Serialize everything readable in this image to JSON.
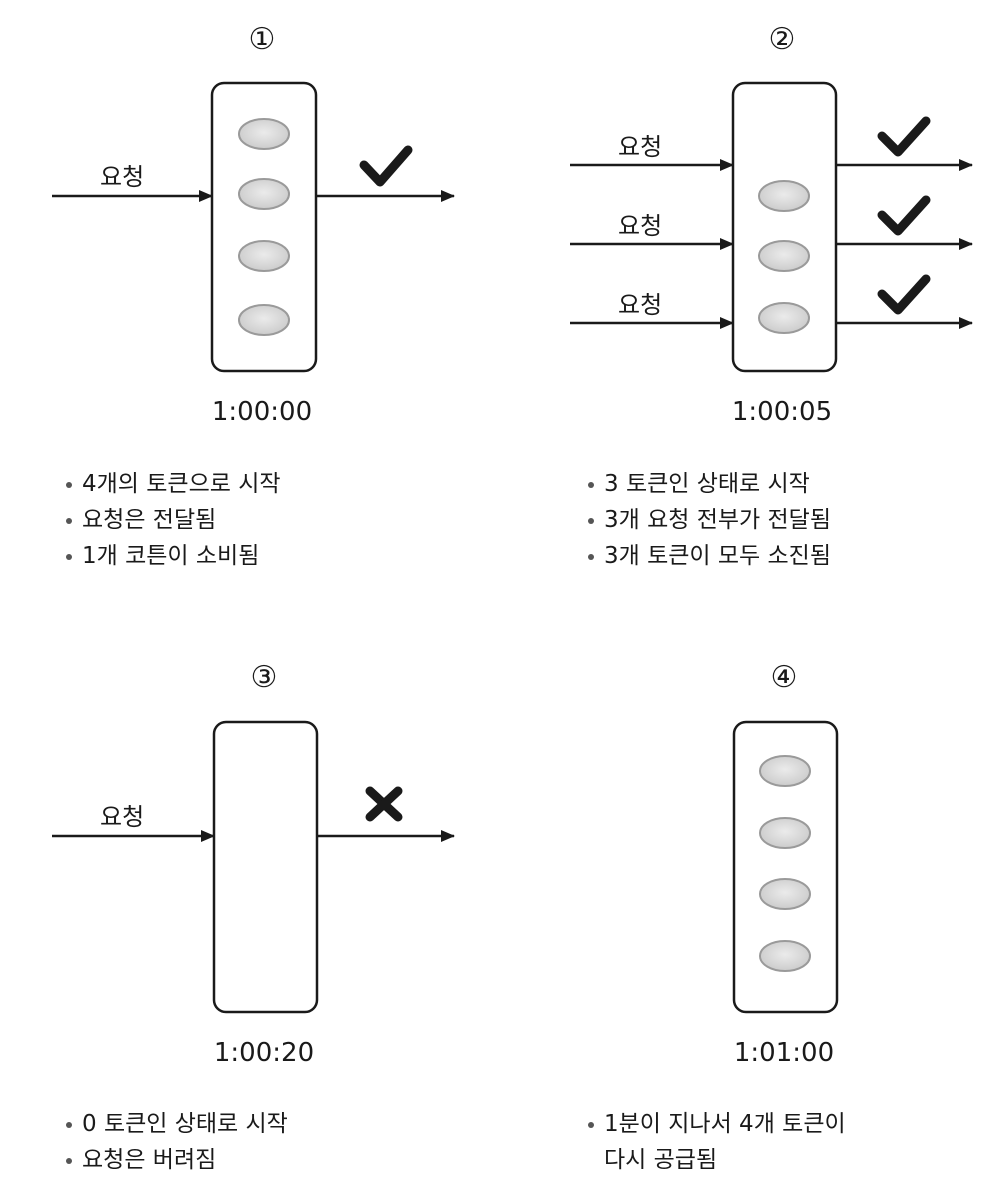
{
  "panels": [
    {
      "number": "①",
      "time": "1:00:00",
      "request_label": "요청",
      "notes": [
        "4개의 토큰으로 시작",
        "요청은 전달됨",
        "1개 코튼이 소비됨"
      ]
    },
    {
      "number": "②",
      "time": "1:00:05",
      "request_labels": [
        "요청",
        "요청",
        "요청"
      ],
      "notes": [
        "3 토큰인 상태로 시작",
        "3개 요청 전부가 전달됨",
        "3개 토큰이 모두 소진됨"
      ]
    },
    {
      "number": "③",
      "time": "1:00:20",
      "request_label": "요청",
      "notes": [
        "0 토큰인 상태로 시작",
        "요청은 버려짐"
      ]
    },
    {
      "number": "④",
      "time": "1:01:00",
      "notes": [
        "1분이 지나서 4개 토큰이",
        "다시 공급됨"
      ]
    }
  ],
  "icons": {
    "token": "token-icon",
    "accepted": "checkmark-icon",
    "rejected": "cross-icon"
  },
  "colors": {
    "stroke": "#1a1a1a",
    "token_fill": "#d9d9d9",
    "token_stroke": "#9a9a9a"
  }
}
